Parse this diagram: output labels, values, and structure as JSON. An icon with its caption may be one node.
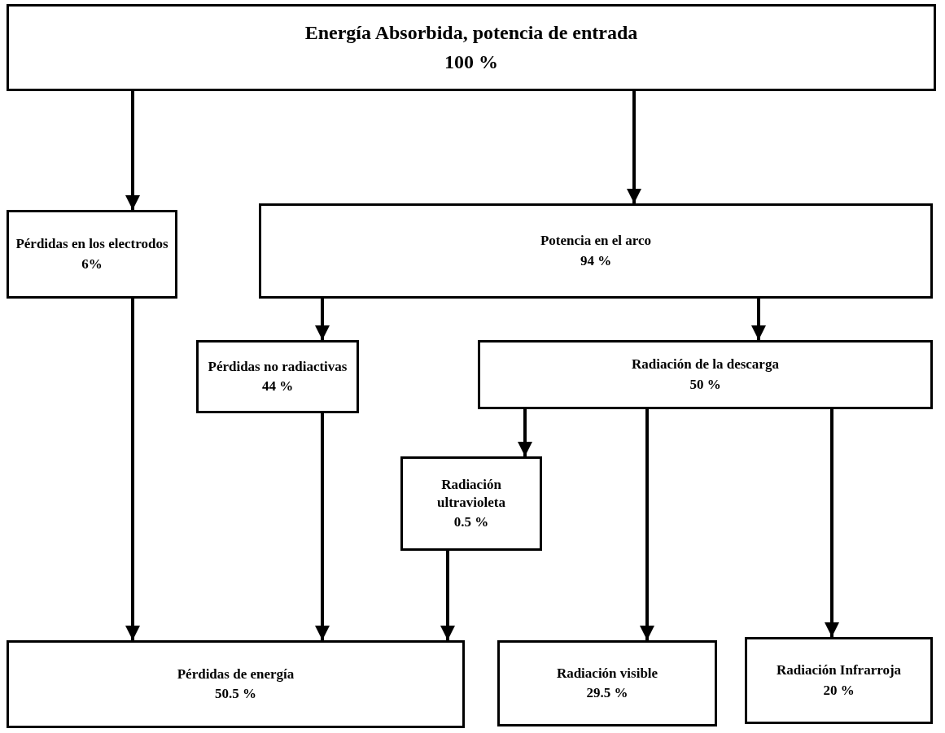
{
  "diagram": {
    "nodes": [
      {
        "text": [
          "Energía Absorbida, potencia de entrada",
          "100 %"
        ]
      },
      {
        "text": [
          "Pérdidas en los electrodos",
          "6%"
        ]
      },
      {
        "text": [
          "Potencia en el arco",
          "94 %"
        ]
      },
      {
        "text": [
          "Pérdidas no radiactivas",
          "44 %"
        ]
      },
      {
        "text": [
          "Radiación de la descarga",
          "50 %"
        ]
      },
      {
        "text": [
          "Radiación ultravioleta",
          "0.5 %"
        ]
      },
      {
        "text": [
          "Pérdidas de energía",
          "50.5 %"
        ]
      },
      {
        "text": [
          "Radiación visible",
          "29.5 %"
        ]
      },
      {
        "text": [
          "Radiación Infrarroja",
          "20 %"
        ]
      }
    ],
    "edges": [
      {
        "from": 0,
        "to": 1,
        "arrow": "to"
      },
      {
        "from": 0,
        "to": 2,
        "arrow": "to"
      },
      {
        "from": 2,
        "to": 3,
        "arrow": "to"
      },
      {
        "from": 2,
        "to": 4,
        "arrow": "to"
      },
      {
        "from": 4,
        "to": 5,
        "arrow": "to"
      },
      {
        "from": 4,
        "to": 7,
        "arrow": "to"
      },
      {
        "from": 4,
        "to": 8,
        "arrow": "to"
      },
      {
        "from": 1,
        "to": 6,
        "arrow": "to"
      },
      {
        "from": 3,
        "to": 6,
        "arrow": "to"
      },
      {
        "from": 5,
        "to": 6,
        "arrow": "to"
      }
    ]
  }
}
